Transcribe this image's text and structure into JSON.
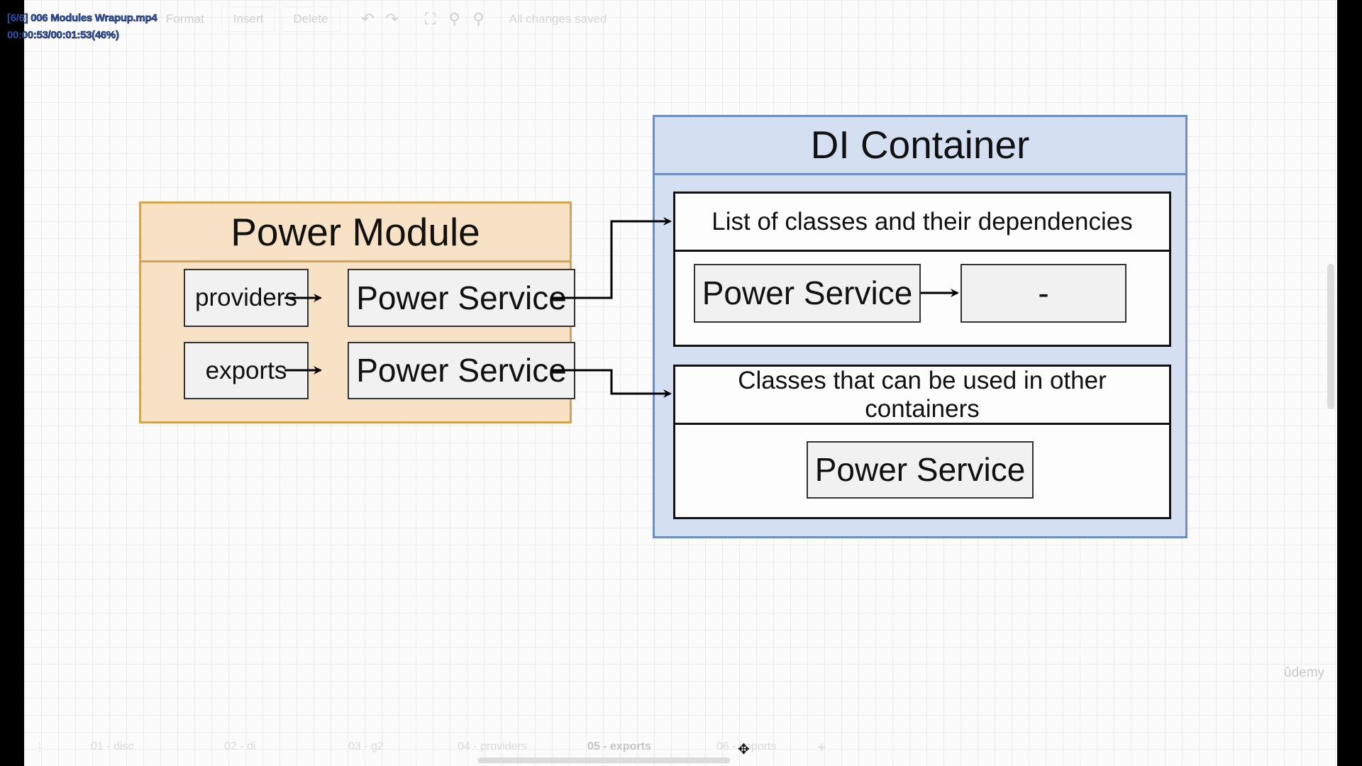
{
  "overlay": {
    "filename": "[6/6] 006 Modules Wrapup.mp4",
    "time": "00:00:53/00:01:53(46%)"
  },
  "toolbar": {
    "format": "Format",
    "insert": "Insert",
    "delete": "Delete",
    "undo_icon": "undo-icon",
    "redo_icon": "redo-icon",
    "fit_icon": "fullscreen-icon",
    "zoom_in_icon": "zoom-in-icon",
    "zoom_out_icon": "zoom-out-icon",
    "status": "All changes saved"
  },
  "module": {
    "title": "Power Module",
    "rows": [
      {
        "label": "providers",
        "value": "Power Service"
      },
      {
        "label": "exports",
        "value": "Power Service"
      }
    ]
  },
  "di": {
    "title": "DI Container",
    "deps_panel": {
      "header": "List of classes and their dependencies",
      "class_name": "Power Service",
      "dependencies": "-"
    },
    "exports_panel": {
      "header": "Classes that can be used in other containers",
      "class_name": "Power Service"
    }
  },
  "watermark": "ūdemy",
  "tabs": [
    {
      "label": "01 - disc",
      "active": false
    },
    {
      "label": "02 - di",
      "active": false
    },
    {
      "label": "03 - g2",
      "active": false
    },
    {
      "label": "04 - providers",
      "active": false
    },
    {
      "label": "05 - exports",
      "active": true
    },
    {
      "label": "06 - imports",
      "active": false
    }
  ],
  "colors": {
    "module_fill": "#f7e2c6",
    "module_border": "#d6a44e",
    "di_fill": "#d4e0f2",
    "di_border": "#6c8ec4"
  }
}
